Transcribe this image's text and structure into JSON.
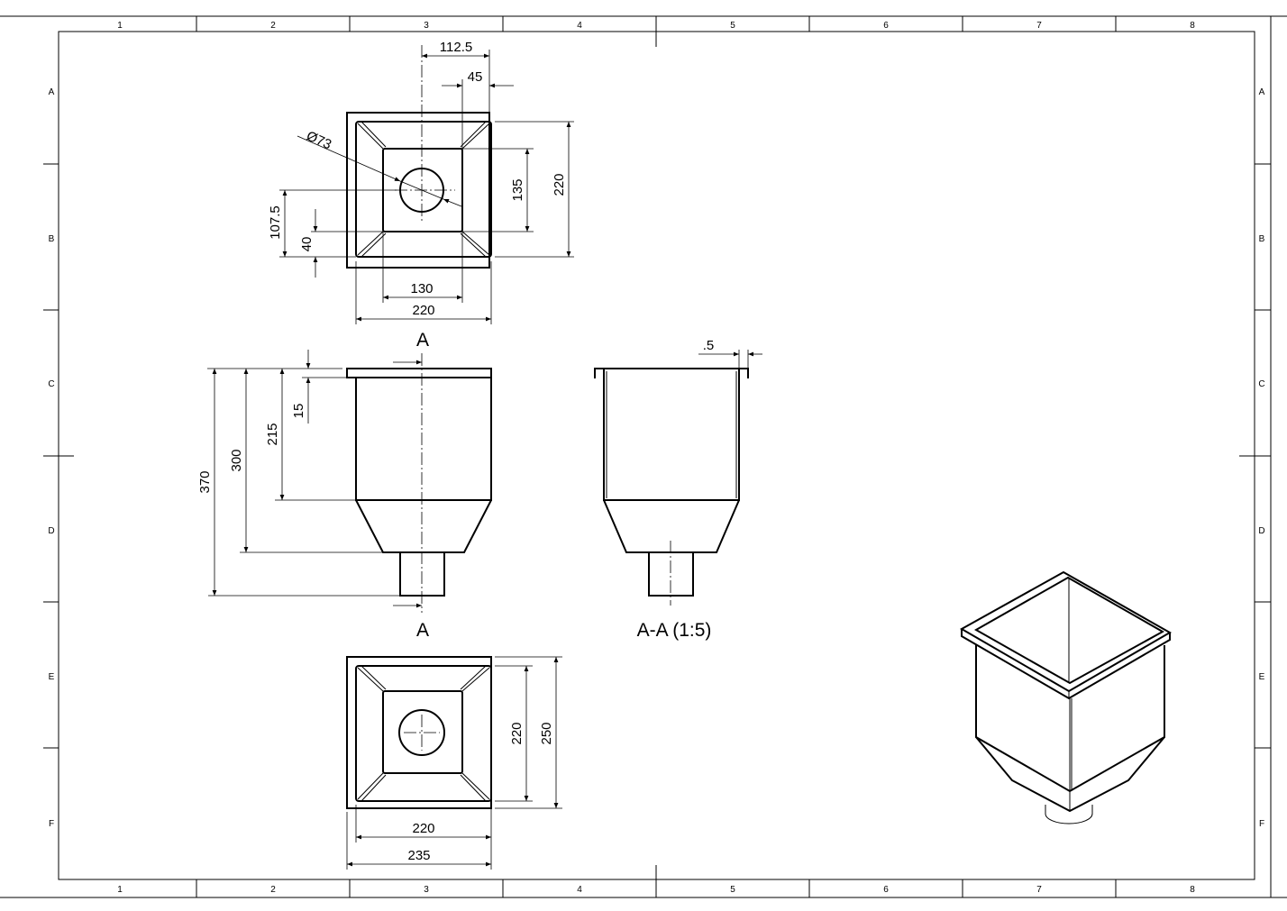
{
  "grid": {
    "columns": [
      "1",
      "2",
      "3",
      "4",
      "5",
      "6",
      "7",
      "8"
    ],
    "rows": [
      "A",
      "B",
      "C",
      "D",
      "E",
      "F"
    ]
  },
  "top_view": {
    "dims": {
      "d112_5": "112.5",
      "d45": "45",
      "dia73": "Ø73",
      "d135": "135",
      "d220_v": "220",
      "d107_5": "107.5",
      "d40": "40",
      "d130": "130",
      "d220_h": "220"
    }
  },
  "front_view": {
    "section_label_top": "A",
    "section_label_bottom": "A",
    "dims": {
      "d15": "15",
      "d215": "215",
      "d300": "300",
      "d370": "370"
    }
  },
  "section_view": {
    "title": "A-A (1:5)",
    "dims": {
      "d0_5": ".5"
    }
  },
  "bottom_view": {
    "dims": {
      "d220_v": "220",
      "d250": "250",
      "d220_h": "220",
      "d235": "235"
    }
  }
}
